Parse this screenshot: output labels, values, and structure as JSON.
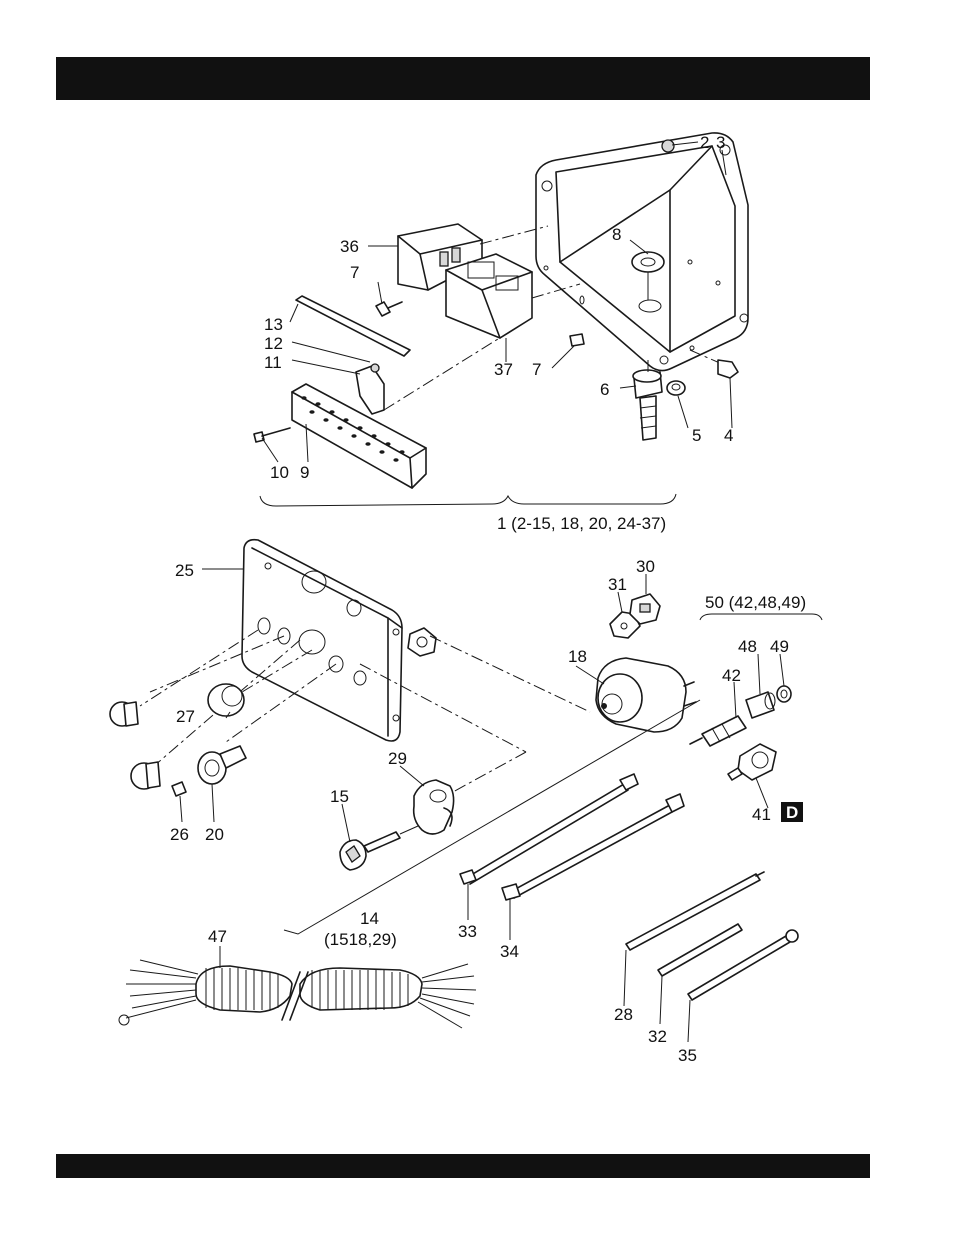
{
  "header": {
    "title": ""
  },
  "footer": {
    "text": ""
  },
  "labels": {
    "l2": "2",
    "l3": "3",
    "l8": "8",
    "l36": "36",
    "l7a": "7",
    "l13": "13",
    "l12": "12",
    "l11": "11",
    "l37": "37",
    "l7b": "7",
    "l6": "6",
    "l5": "5",
    "l4": "4",
    "l10": "10",
    "l9": "9",
    "group1": "1 (2-15, 18, 20, 24-37)",
    "l25": "25",
    "l27": "27",
    "l26": "26",
    "l20": "20",
    "l29": "29",
    "l15": "15",
    "l14": "14",
    "l14sub": "(1518,29)",
    "l18": "18",
    "l31": "31",
    "l30": "30",
    "group50": "50 (42,48,49)",
    "l48": "48",
    "l49": "49",
    "l42": "42",
    "l41": "41",
    "badge_d": "D",
    "l33": "33",
    "l34": "34",
    "l47": "47",
    "l28": "28",
    "l32": "32",
    "l35": "35"
  }
}
